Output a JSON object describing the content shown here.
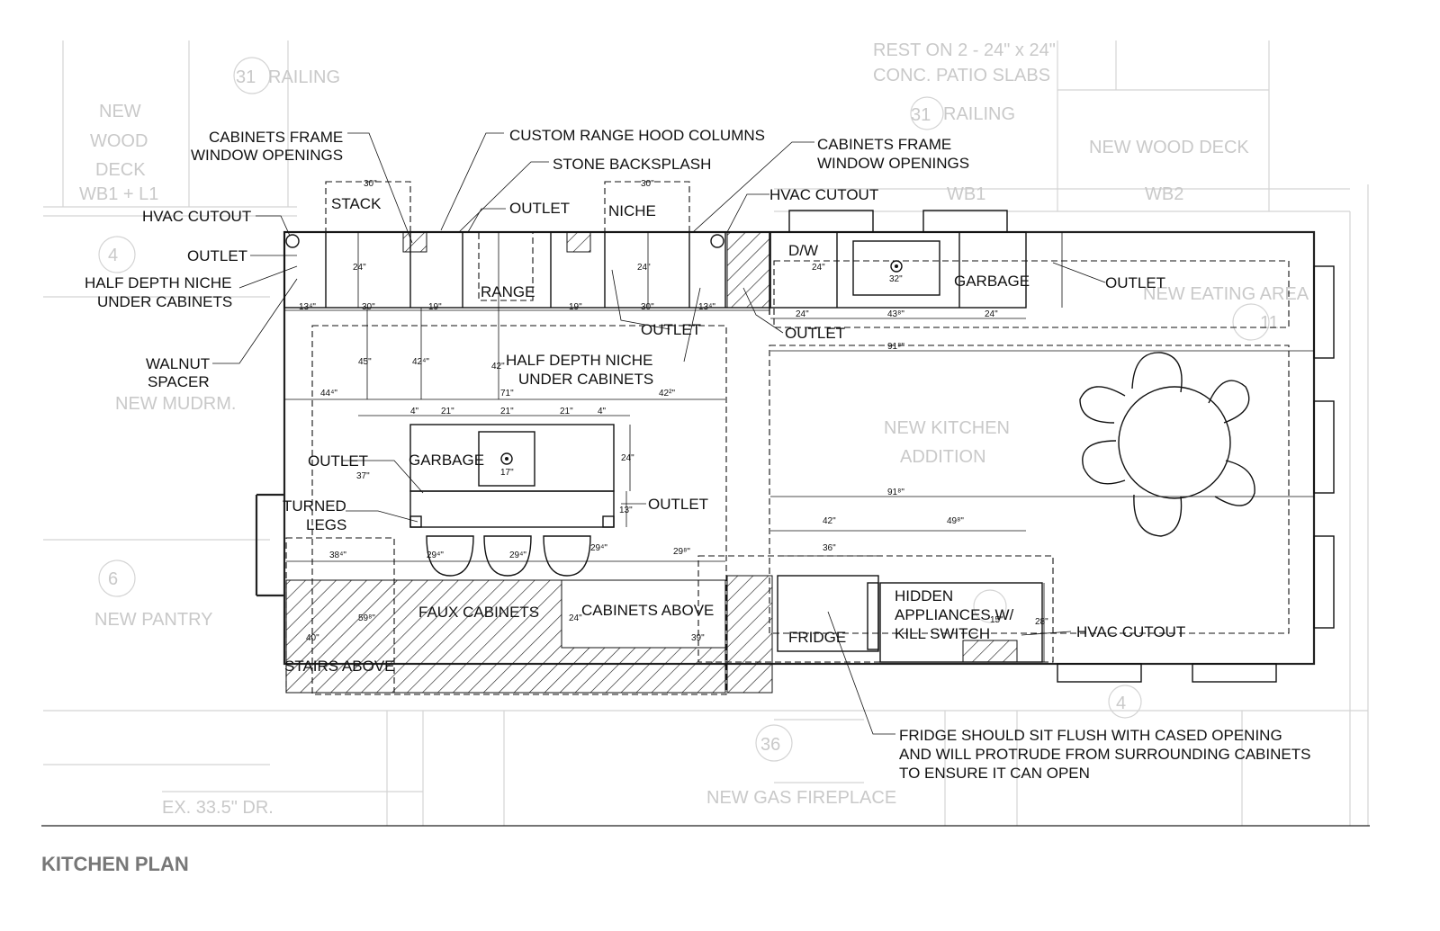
{
  "title": "KITCHEN PLAN",
  "labels": {
    "cabinets_frame_left": [
      "CABINETS FRAME",
      "WINDOW OPENINGS"
    ],
    "custom_range_hood": "CUSTOM RANGE HOOD COLUMNS",
    "stone_backsplash": "STONE BACKSPLASH",
    "cabinets_frame_right": [
      "CABINETS FRAME",
      "WINDOW OPENINGS"
    ],
    "hvac_cutout_left": "HVAC CUTOUT",
    "stack": "STACK",
    "outlet_top": "OUTLET",
    "niche": "NICHE",
    "hvac_cutout_top": "HVAC CUTOUT",
    "outlet_left": "OUTLET",
    "half_depth_left": [
      "HALF DEPTH NICHE",
      "UNDER CABINETS"
    ],
    "range": "RANGE",
    "dw": "D/W",
    "garbage_right": "GARBAGE",
    "outlet_right": "OUTLET",
    "outlet_mid": "OUTLET",
    "outlet_mid2": "OUTLET",
    "half_depth_center": [
      "HALF DEPTH NICHE",
      "UNDER CABINETS"
    ],
    "walnut_spacer": [
      "WALNUT",
      "SPACER"
    ],
    "outlet_island_left": "OUTLET",
    "garbage_island": "GARBAGE",
    "turned_legs": [
      "TURNED",
      "LEGS"
    ],
    "outlet_island_right": "OUTLET",
    "faux_cabinets": "FAUX CABINETS",
    "cabinets_above": "CABINETS ABOVE",
    "stairs_above": "STAIRS ABOVE",
    "fridge": "FRIDGE",
    "hidden_appliances": [
      "HIDDEN",
      "APPLIANCES W/",
      "KILL SWITCH"
    ],
    "hvac_cutout_bottom": "HVAC CUTOUT",
    "fridge_note": [
      "FRIDGE SHOULD SIT FLUSH WITH CASED OPENING",
      "AND WILL PROTRUDE FROM SURROUNDING CABINETS",
      "TO ENSURE IT CAN OPEN"
    ]
  },
  "dimensions": {
    "d30a": "30\"",
    "d30b": "30\"",
    "d24a": "24\"",
    "d24b": "24\"",
    "d24c": "24\"",
    "d19a": "19\"",
    "d19b": "19\"",
    "d134a": "13⁴\"",
    "d134b": "13⁴\"",
    "d42": "42\"",
    "d45": "45\"",
    "d71": "71\"",
    "d21a": "21\"",
    "d21b": "21\"",
    "d21c": "21\"",
    "d4a": "4\"",
    "d4b": "4\"",
    "d444": "44⁴\"",
    "d422": "42²\"",
    "d424": "42⁴\"",
    "d37": "37\"",
    "d13": "13\"",
    "d17": "17\"",
    "d32": "32\"",
    "d438": "43⁸\"",
    "d918a": "91⁸\"",
    "d918b": "91⁸\"",
    "d498": "49⁸\"",
    "d42b": "42\"",
    "d36": "36\"",
    "d15": "15\"",
    "d28": "28\"",
    "d294a": "29⁴\"",
    "d294b": "29⁴\"",
    "d294c": "29⁴\"",
    "d298": "29⁸\"",
    "d384": "38⁴\"",
    "d598": "59⁸\"",
    "d40": "40\"",
    "d39": "39\""
  },
  "background_text": {
    "new_wood_deck_left": [
      "NEW",
      "WOOD",
      "DECK",
      "WB1 + L1"
    ],
    "railing_left": "RAILING",
    "rest_on": [
      "REST ON 2 - 24\" x 24\"",
      "CONC. PATIO SLABS"
    ],
    "railing_right": "RAILING",
    "new_wood_deck_right": "NEW WOOD DECK",
    "wb1": "WB1",
    "wb2": "WB2",
    "new_eating_area": "NEW EATING AREA",
    "new_kitchen_addition": [
      "NEW KITCHEN",
      "ADDITION"
    ],
    "new_mudrm": "NEW MUDRM.",
    "new_pantry": "NEW PANTRY",
    "new_gas_fireplace": "NEW GAS FIREPLACE",
    "ex_dr": "EX. 33.5\" DR."
  }
}
